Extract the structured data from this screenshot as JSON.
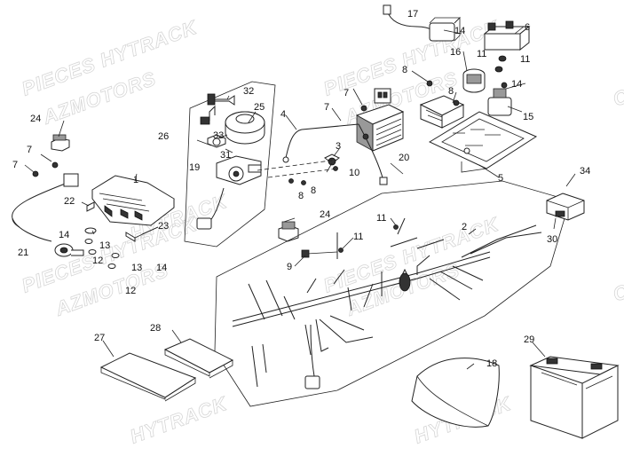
{
  "watermark": {
    "brand": "PIECES HYTRACK",
    "dealer": "AZMOTORS",
    "brand_short": "HYTRACK",
    "fragment": "C"
  },
  "callouts": {
    "c1": "1",
    "c2": "2",
    "c3": "3",
    "c4": "4",
    "c5": "5",
    "c6": "6",
    "c7a": "7",
    "c7b": "7",
    "c7c": "7",
    "c7d": "7",
    "c8a": "8",
    "c8b": "8",
    "c8c": "8",
    "c8d": "8",
    "c9": "9",
    "c10": "10",
    "c11a": "11",
    "c11b": "11",
    "c11c": "11",
    "c12a": "12",
    "c12b": "12",
    "c13a": "13",
    "c13b": "13",
    "c14a": "14",
    "c14b": "14",
    "c14c": "14",
    "c14d": "14",
    "c15": "15",
    "c16": "16",
    "c17": "17",
    "c18": "18",
    "c19": "19",
    "c20": "20",
    "c21": "21",
    "c22": "22",
    "c23": "23",
    "c24a": "24",
    "c24b": "24",
    "c25": "25",
    "c26": "26",
    "c27": "27",
    "c28": "28",
    "c29": "29",
    "c30": "30",
    "c31": "31",
    "c32": "32",
    "c33": "33",
    "c34": "34"
  }
}
